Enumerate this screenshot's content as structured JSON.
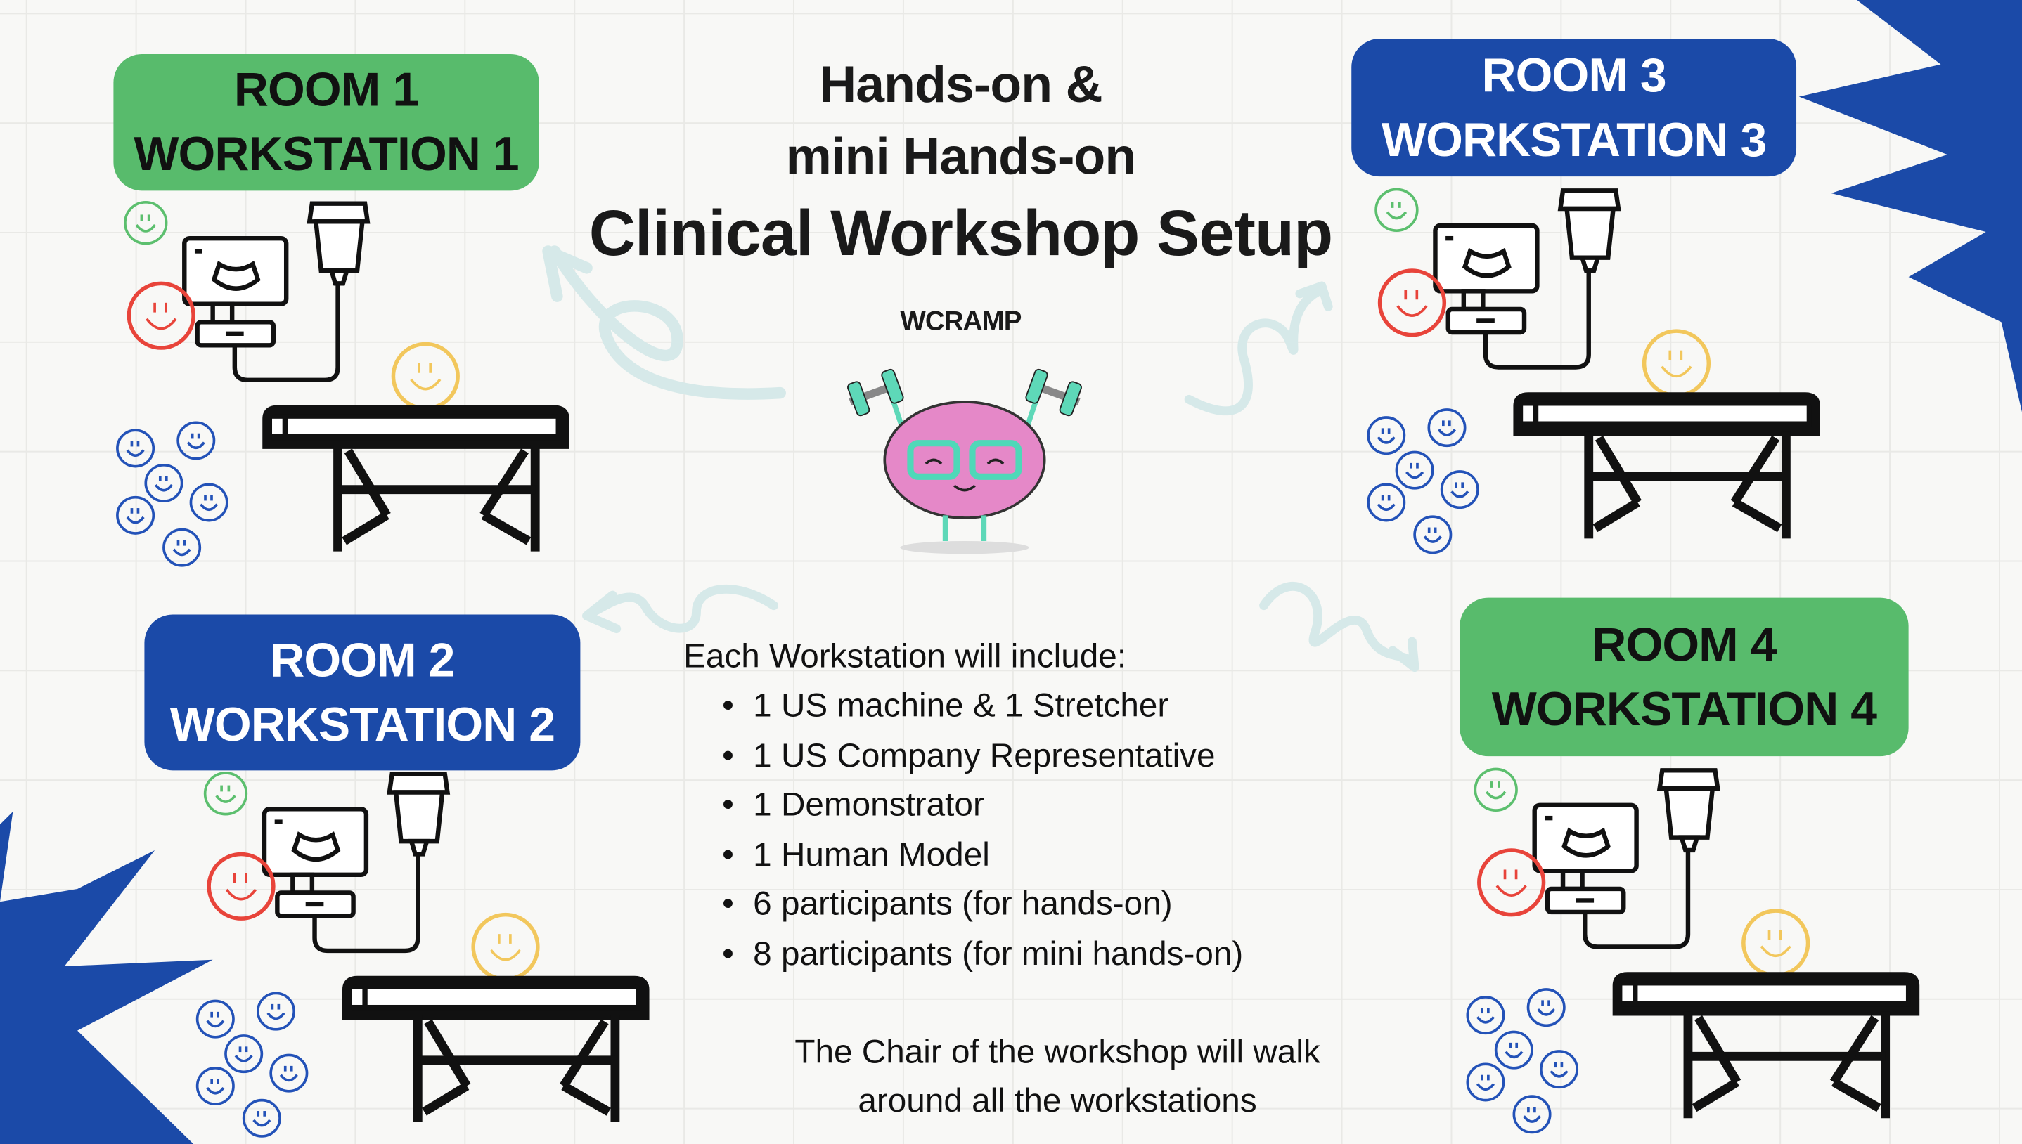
{
  "title": {
    "line1": "Hands-on &",
    "line2": "mini Hands-on",
    "line3": "Clinical Workshop Setup"
  },
  "organization": "WCRAMP",
  "rooms": [
    {
      "room": "ROOM 1",
      "workstation": "WORKSTATION 1",
      "color": "#58bb6c"
    },
    {
      "room": "ROOM 2",
      "workstation": "WORKSTATION 2",
      "color": "#1b4aa8"
    },
    {
      "room": "ROOM 3",
      "workstation": "WORKSTATION 3",
      "color": "#1b4aa8"
    },
    {
      "room": "ROOM 4",
      "workstation": "WORKSTATION 4",
      "color": "#58bb6c"
    }
  ],
  "workstation_contents": {
    "heading": "Each Workstation will include:",
    "items": [
      "1 US machine & 1 Stretcher",
      "1 US Company Representative",
      "1 Demonstrator",
      "1 Human Model",
      "6 participants (for hands-on)",
      "8 participants (for mini hands-on)"
    ]
  },
  "closing": {
    "line1": "The Chair of the workshop will walk",
    "line2": "around all the workstations"
  },
  "colors": {
    "green": "#58bb6c",
    "blue": "#1b4aa8",
    "smiley_red": "#e8443a",
    "smiley_yellow": "#f2c75c",
    "smiley_green": "#5cbf6e",
    "smiley_blue": "#2352b8",
    "arrow": "#d6e9e9"
  }
}
